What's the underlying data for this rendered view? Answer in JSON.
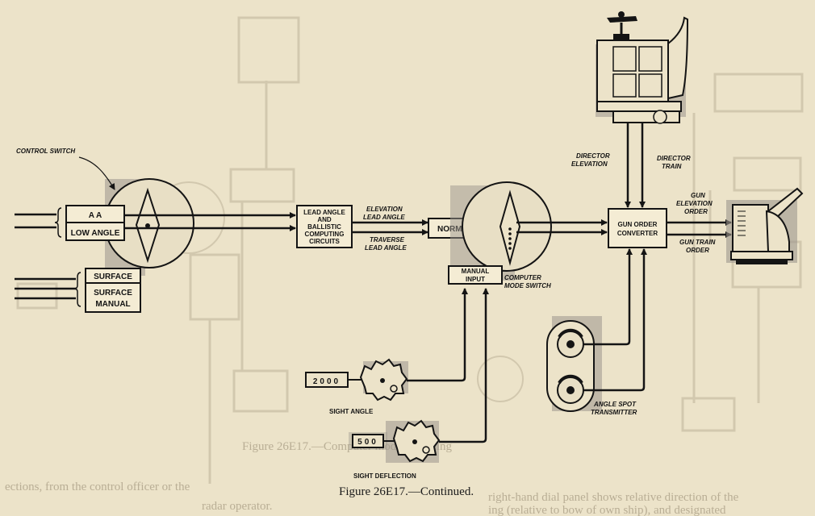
{
  "figure": {
    "caption": "Figure 26E17.—Continued."
  },
  "labels": {
    "control_switch": "CONTROL SWITCH",
    "elevation_lead_angle_1": "ELEVATION",
    "elevation_lead_angle_2": "LEAD ANGLE",
    "traverse_lead_angle_1": "TRAVERSE",
    "traverse_lead_angle_2": "LEAD ANGLE",
    "director_elevation_1": "DIRECTOR",
    "director_elevation_2": "ELEVATION",
    "director_train_1": "DIRECTOR",
    "director_train_2": "TRAIN",
    "gun_elevation_order_1": "GUN",
    "gun_elevation_order_2": "ELEVATION",
    "gun_elevation_order_3": "ORDER",
    "gun_train_order_1": "GUN TRAIN",
    "gun_train_order_2": "ORDER",
    "computer_mode_switch_1": "COMPUTER",
    "computer_mode_switch_2": "MODE SWITCH",
    "sight_angle": "SIGHT ANGLE",
    "sight_angle_counter": "2000",
    "sight_deflection": "SIGHT DEFLECTION",
    "sight_deflection_counter": "500",
    "angle_spot_transmitter_1": "ANGLE SPOT",
    "angle_spot_transmitter_2": "TRANSMITTER"
  },
  "boxes": {
    "aa": "A A",
    "low_angle": "LOW ANGLE",
    "surface": "SURFACE",
    "surface_manual_1": "SURFACE",
    "surface_manual_2": "MANUAL",
    "lead_angle_1": "LEAD ANGLE",
    "lead_angle_2": "AND",
    "lead_angle_3": "BALLISTIC",
    "lead_angle_4": "COMPUTING",
    "lead_angle_5": "CIRCUITS",
    "normal": "NORMAL",
    "manual_input_1": "MANUAL",
    "manual_input_2": "INPUT",
    "gun_order_1": "GUN ORDER",
    "gun_order_2": "CONVERTER"
  },
  "bleed_through": {
    "bottom_left": "right-hand dial panel shows relative direction of the",
    "bottom_left_2": "ing (relative to bow of own ship), and designated",
    "bottom_right": "ections, from the control officer or the",
    "bottom_right_2": "radar operator.",
    "mid": "Figure 26E17.—Computer mode switching"
  },
  "colors": {
    "paper": "#ece3c9",
    "ink": "#141414",
    "ghost": "#b9ae95",
    "shade": "#9c968d"
  }
}
